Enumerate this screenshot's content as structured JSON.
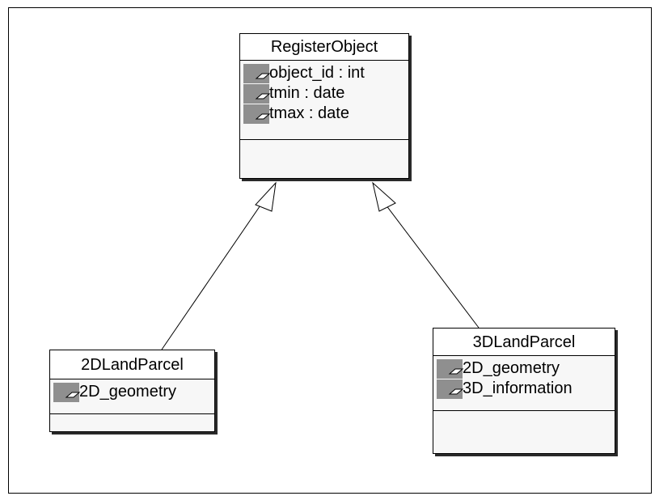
{
  "diagram": {
    "classes": {
      "register_object": {
        "name": "RegisterObject",
        "attributes": [
          "object_id : int",
          "tmin : date",
          "tmax : date"
        ]
      },
      "land_parcel_2d": {
        "name": "2DLandParcel",
        "attributes": [
          "2D_geometry"
        ]
      },
      "land_parcel_3d": {
        "name": "3DLandParcel",
        "attributes": [
          "2D_geometry",
          "3D_information"
        ]
      }
    },
    "relations": [
      {
        "type": "generalization",
        "from": "2DLandParcel",
        "to": "RegisterObject"
      },
      {
        "type": "generalization",
        "from": "3DLandParcel",
        "to": "RegisterObject"
      }
    ],
    "icon": "attribute-icon",
    "colors": {
      "icon_bg": "#8f8f8f",
      "box_bg": "#f7f7f7",
      "line": "#000000"
    }
  }
}
